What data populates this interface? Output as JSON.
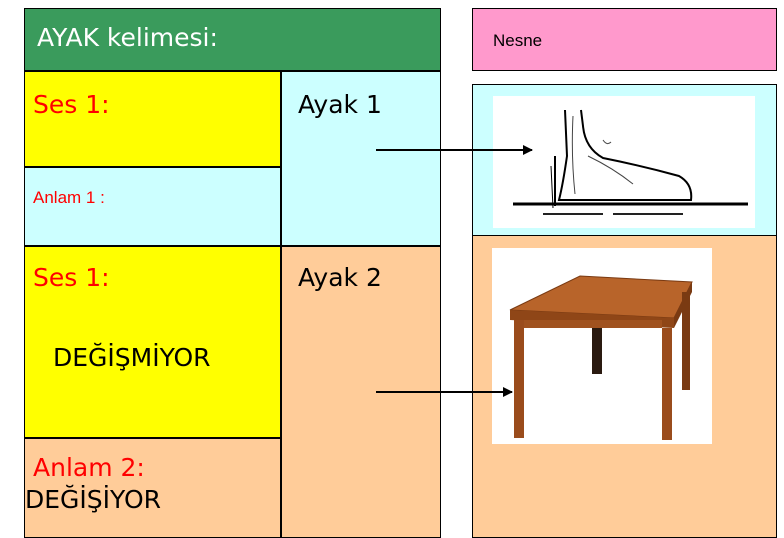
{
  "header": {
    "title": "AYAK  kelimesi:",
    "bg_color": "#3a9b5c"
  },
  "object_header": {
    "label": "Nesne",
    "bg_color": "#ff99cc"
  },
  "sense1": {
    "sound_label": "Ses 1:",
    "meaning_label": "Anlam 1 :",
    "word_label": "Ayak 1",
    "image": "foot-sketch"
  },
  "sense2": {
    "sound_label": "Ses 1:",
    "sound_status": "DEĞİŞMİYOR",
    "meaning_label": "Anlam 2:",
    "meaning_status": "DEĞİŞİYOR",
    "word_label": "Ayak 2",
    "image": "wooden-table"
  },
  "colors": {
    "yellow": "#ffff00",
    "light_cyan": "#ccffff",
    "peach": "#ffcc99",
    "red_text": "#ff0000"
  }
}
